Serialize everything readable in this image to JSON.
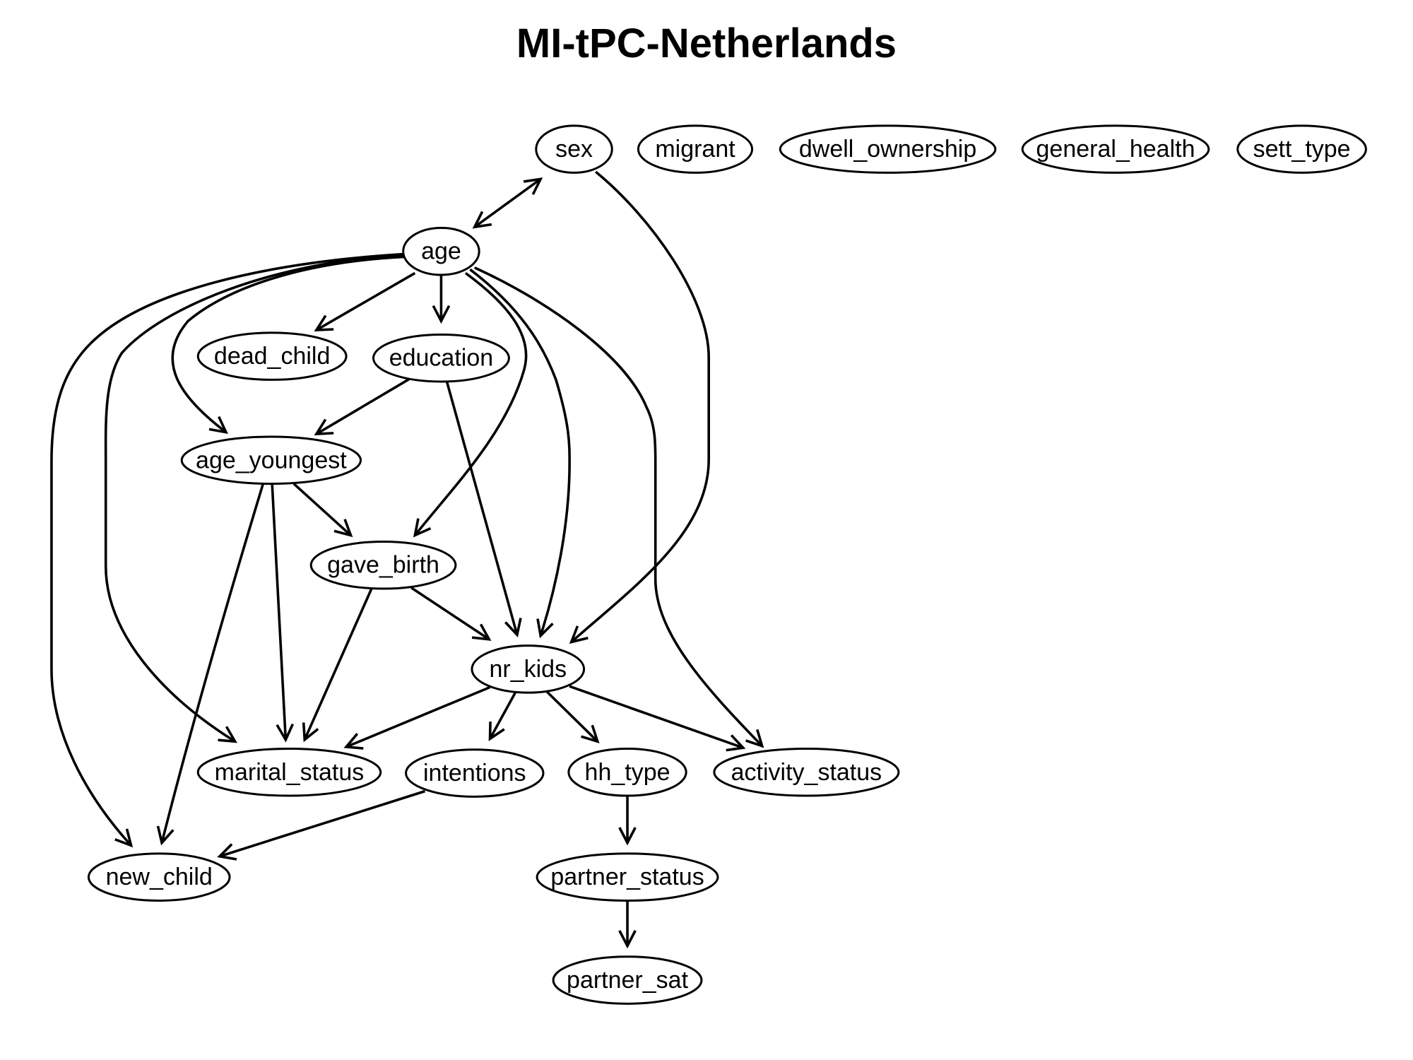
{
  "title": "MI-tPC-Netherlands",
  "nodes": [
    {
      "id": "sex",
      "label": "sex"
    },
    {
      "id": "migrant",
      "label": "migrant"
    },
    {
      "id": "dwell_ownership",
      "label": "dwell_ownership"
    },
    {
      "id": "general_health",
      "label": "general_health"
    },
    {
      "id": "sett_type",
      "label": "sett_type"
    },
    {
      "id": "age",
      "label": "age"
    },
    {
      "id": "dead_child",
      "label": "dead_child"
    },
    {
      "id": "education",
      "label": "education"
    },
    {
      "id": "age_youngest",
      "label": "age_youngest"
    },
    {
      "id": "gave_birth",
      "label": "gave_birth"
    },
    {
      "id": "nr_kids",
      "label": "nr_kids"
    },
    {
      "id": "marital_status",
      "label": "marital_status"
    },
    {
      "id": "intentions",
      "label": "intentions"
    },
    {
      "id": "hh_type",
      "label": "hh_type"
    },
    {
      "id": "activity_status",
      "label": "activity_status"
    },
    {
      "id": "new_child",
      "label": "new_child"
    },
    {
      "id": "partner_status",
      "label": "partner_status"
    },
    {
      "id": "partner_sat",
      "label": "partner_sat"
    }
  ],
  "edges": [
    {
      "from": "sex",
      "to": "age",
      "type": "bidirected"
    },
    {
      "from": "sex",
      "to": "nr_kids",
      "type": "directed"
    },
    {
      "from": "age",
      "to": "dead_child",
      "type": "directed"
    },
    {
      "from": "age",
      "to": "education",
      "type": "directed"
    },
    {
      "from": "age",
      "to": "age_youngest",
      "type": "directed"
    },
    {
      "from": "age",
      "to": "gave_birth",
      "type": "directed"
    },
    {
      "from": "age",
      "to": "nr_kids",
      "type": "directed"
    },
    {
      "from": "age",
      "to": "activity_status",
      "type": "directed"
    },
    {
      "from": "age",
      "to": "marital_status",
      "type": "directed"
    },
    {
      "from": "age",
      "to": "new_child",
      "type": "directed"
    },
    {
      "from": "education",
      "to": "age_youngest",
      "type": "directed"
    },
    {
      "from": "education",
      "to": "nr_kids",
      "type": "directed"
    },
    {
      "from": "age_youngest",
      "to": "gave_birth",
      "type": "directed"
    },
    {
      "from": "age_youngest",
      "to": "marital_status",
      "type": "directed"
    },
    {
      "from": "age_youngest",
      "to": "new_child",
      "type": "directed"
    },
    {
      "from": "gave_birth",
      "to": "nr_kids",
      "type": "directed"
    },
    {
      "from": "gave_birth",
      "to": "marital_status",
      "type": "directed"
    },
    {
      "from": "nr_kids",
      "to": "marital_status",
      "type": "directed"
    },
    {
      "from": "nr_kids",
      "to": "intentions",
      "type": "directed"
    },
    {
      "from": "nr_kids",
      "to": "hh_type",
      "type": "directed"
    },
    {
      "from": "nr_kids",
      "to": "activity_status",
      "type": "directed"
    },
    {
      "from": "intentions",
      "to": "new_child",
      "type": "directed"
    },
    {
      "from": "hh_type",
      "to": "partner_status",
      "type": "directed"
    },
    {
      "from": "partner_status",
      "to": "partner_sat",
      "type": "directed"
    }
  ]
}
